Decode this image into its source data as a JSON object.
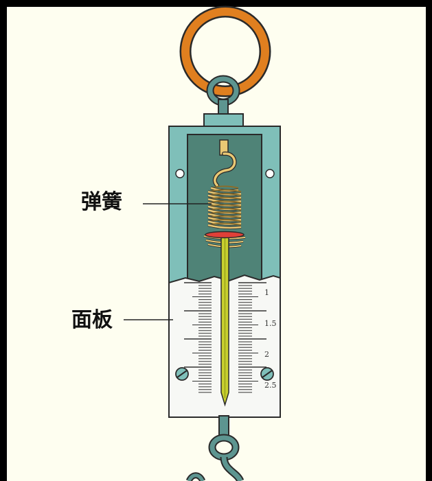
{
  "labels": {
    "spring": "弹簧",
    "panel": "面板"
  },
  "scale": {
    "marks": [
      "1",
      "1.5",
      "2",
      "2.5"
    ]
  },
  "colors": {
    "frame": "#7fbfb9",
    "frame_dark": "#4d8a85",
    "inner_cavity": "#4f8377",
    "hanging_ring": "#e07f1f",
    "spring": "#e9c874",
    "pointer_rod": "#c7cf2e",
    "red_disc": "#e04038",
    "face_panel": "#f7f8f5",
    "background": "#fefef0",
    "border": "#000000"
  }
}
